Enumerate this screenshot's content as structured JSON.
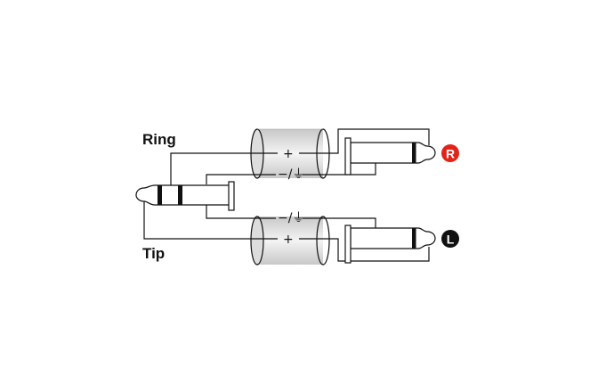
{
  "labels": {
    "ring": "Ring",
    "tip": "Tip"
  },
  "cables": [
    {
      "channel": "R",
      "signal": "+",
      "ground": "−/⏚",
      "badge_color": "#e2231a"
    },
    {
      "channel": "L",
      "signal": "+",
      "ground": "−/⏚",
      "badge_color": "#111111"
    }
  ]
}
